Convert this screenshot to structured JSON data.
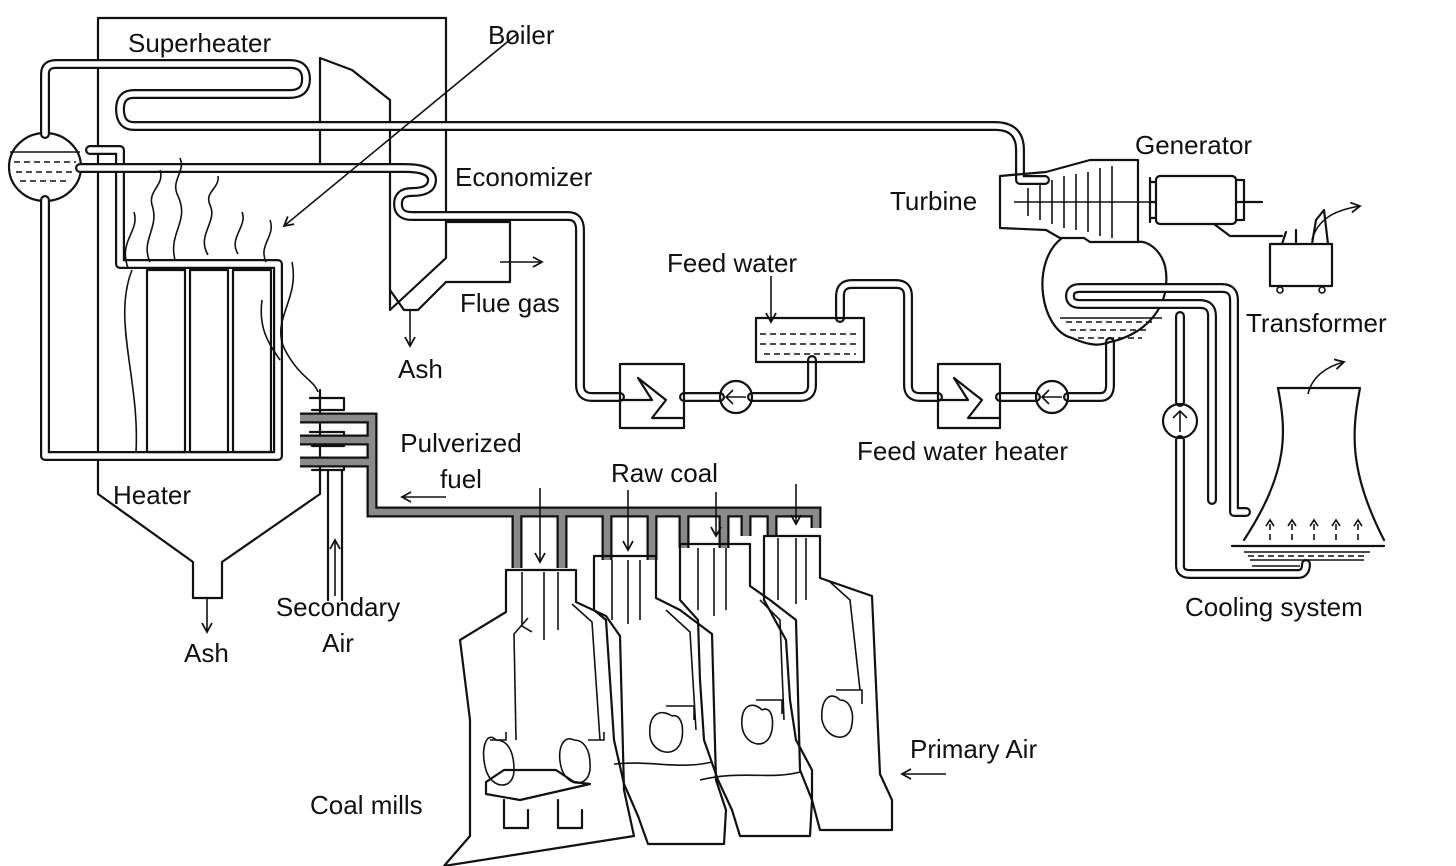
{
  "labels": {
    "superheater": "Superheater",
    "boiler": "Boiler",
    "economizer": "Economizer",
    "flue_gas": "Flue gas",
    "ash_economizer": "Ash",
    "heater": "Heater",
    "ash_boiler": "Ash",
    "secondary_air_line1": "Secondary",
    "secondary_air_line2": "Air",
    "pulverized_fuel_line1": "Pulverized",
    "pulverized_fuel_line2": "fuel",
    "raw_coal": "Raw coal",
    "feed_water": "Feed water",
    "feed_water_heater": "Feed water heater",
    "turbine": "Turbine",
    "generator": "Generator",
    "transformer": "Transformer",
    "cooling_system": "Cooling system",
    "primary_air": "Primary Air",
    "coal_mills": "Coal mills"
  }
}
